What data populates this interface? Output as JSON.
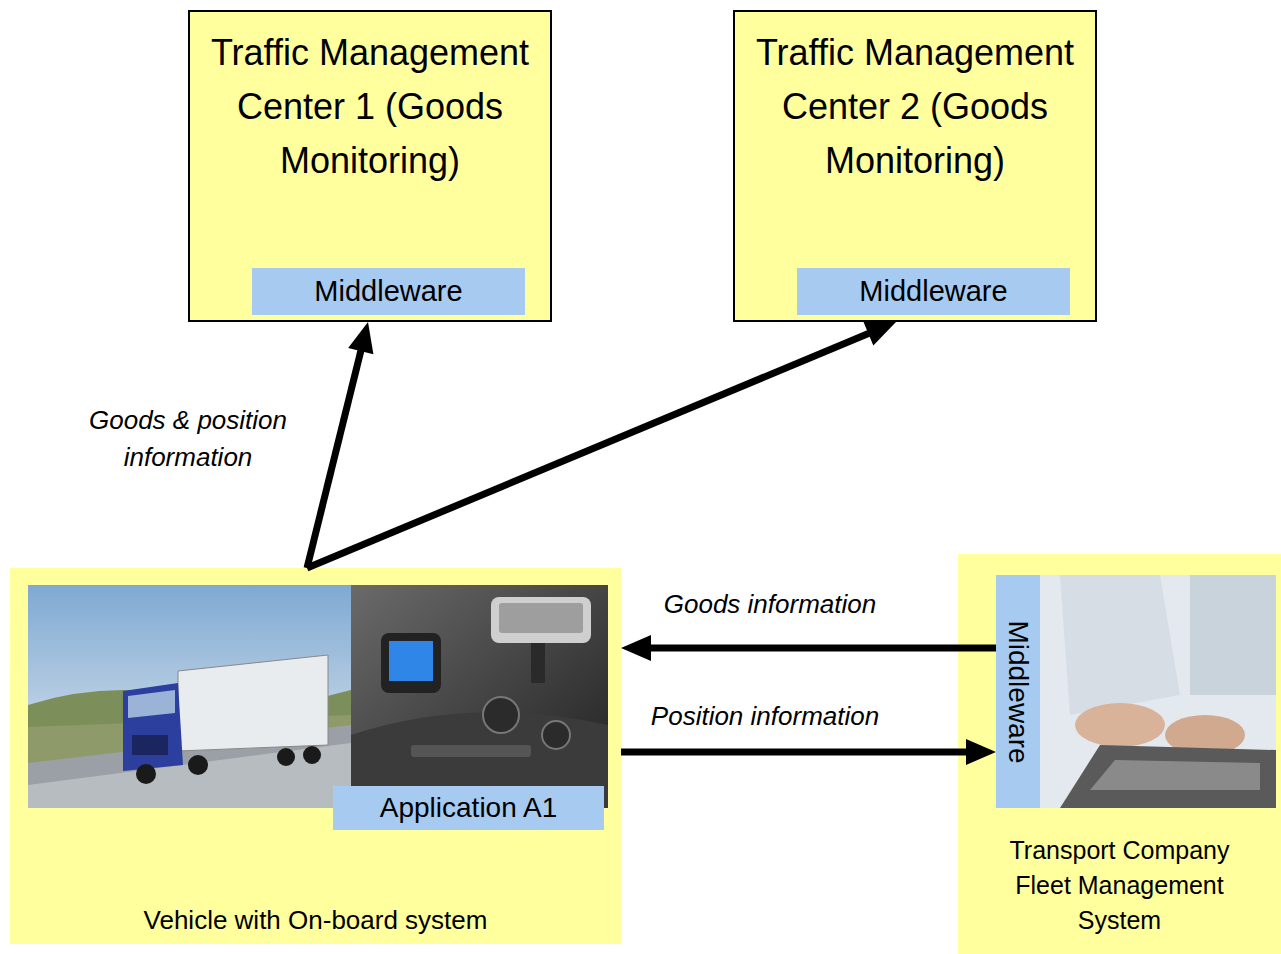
{
  "diagram": {
    "nodes": [
      {
        "text": [
          "Traffic Management Center 1 (Goods Monitoring)"
        ]
      },
      {
        "text": [
          "Middleware"
        ],
        "in": 0
      },
      {
        "text": [
          "Traffic Management Center 2 (Goods Monitoring)"
        ]
      },
      {
        "text": [
          "Middleware"
        ],
        "in": 2
      },
      {
        "text": [
          "Vehicle with On-board system"
        ]
      },
      {
        "text": [
          "Application A1"
        ],
        "in": 4
      },
      {
        "text": [
          "Transport Company Fleet Management System"
        ]
      },
      {
        "text": [
          "Middleware"
        ],
        "in": 6
      }
    ],
    "edges": [
      {
        "from": 4,
        "to": 0,
        "label": "Goods & position information",
        "arrow": "to"
      },
      {
        "from": 4,
        "to": 2,
        "arrow": "to"
      },
      {
        "from": 7,
        "to": 4,
        "label": "Goods information",
        "arrow": "to"
      },
      {
        "from": 4,
        "to": 7,
        "label": "Position information",
        "arrow": "to"
      }
    ]
  }
}
